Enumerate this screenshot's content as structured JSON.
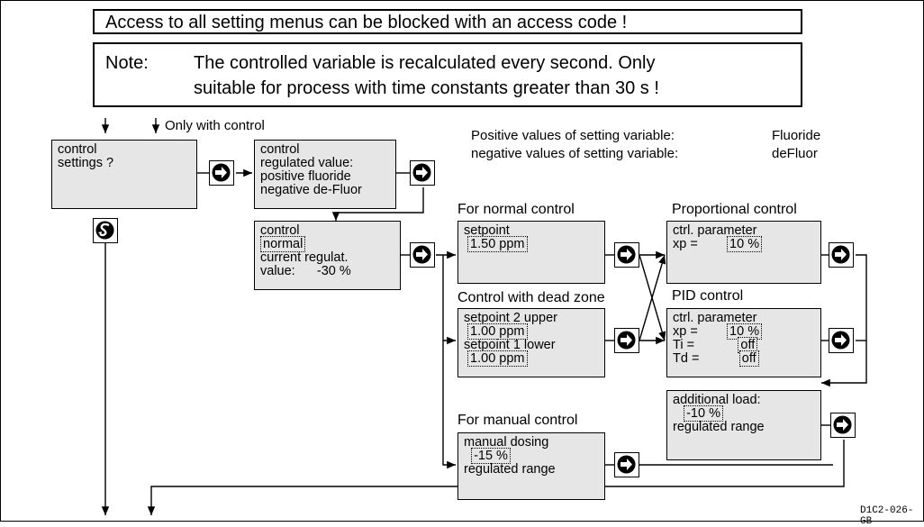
{
  "notice_access": "Access to all setting menus can be blocked with an access code !",
  "note": {
    "label": "Note:",
    "line1": "The controlled variable is recalculated every second. Only",
    "line2": "suitable for process with time constants greater than 30 s !"
  },
  "only_with_control": "Only with control",
  "legend": {
    "positive_label": "Positive values of setting variable:",
    "positive_value": "Fluoride",
    "negative_label": "negative values of setting variable:",
    "negative_value": "deFluor"
  },
  "box_control_settings": {
    "l1": "control",
    "l2": "settings ?"
  },
  "box_regulated": {
    "l1": "control",
    "l2": "regulated value:",
    "l3": "positive fluoride",
    "l4": "negative de-Fluor"
  },
  "box_control_normal": {
    "l1": "control",
    "l2": "normal",
    "l3": "current regulat.",
    "l4_label": "value:",
    "l4_value": "-30 %"
  },
  "normal_control": {
    "heading": "For normal control",
    "l1": "setpoint",
    "l2": "1.50 ppm"
  },
  "dead_zone": {
    "heading": "Control with dead zone",
    "l1": "setpoint 2 upper",
    "l2": "1.00 ppm",
    "l3": "setpoint 1 lower",
    "l4": "1.00 ppm"
  },
  "manual_control": {
    "heading": "For manual control",
    "l1": "manual dosing",
    "l2": "-15 %",
    "l3": "regulated range"
  },
  "proportional": {
    "heading": "Proportional control",
    "l1": "ctrl. parameter",
    "l2_label": "xp =",
    "l2_value": "10 %"
  },
  "pid": {
    "heading": "PID control",
    "l1": "ctrl. parameter",
    "xp_label": "xp =",
    "xp_value": "10 %",
    "ti_label": "Ti =",
    "ti_value": "off",
    "td_label": "Td =",
    "td_value": "off"
  },
  "additional_load": {
    "l1": "additional load:",
    "l2": "-10 %",
    "l3": "regulated range"
  },
  "figure_code": "D1C2-026-GB",
  "icons": {
    "enter": "enter-arrow-icon",
    "back": "back-s-icon"
  }
}
